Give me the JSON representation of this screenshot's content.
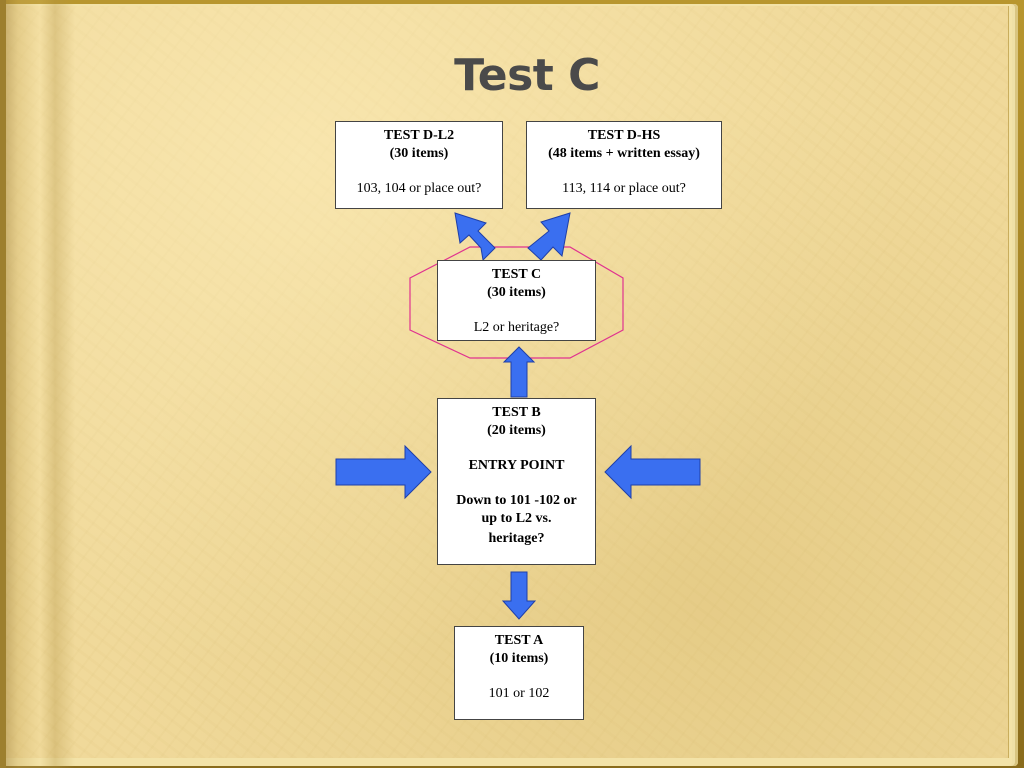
{
  "slide": {
    "title": "Test C"
  },
  "colors": {
    "arrow": "#3a6ff0",
    "arrow_stroke": "#1f3fa8",
    "highlight": "#e0338f",
    "box_border": "#444444"
  },
  "boxes": {
    "test_d_l2": {
      "title": "TEST D-L2",
      "items": "(30 items)",
      "note": "103, 104 or place out?"
    },
    "test_d_hs": {
      "title": "TEST D-HS",
      "items": "(48 items + written essay)",
      "note": "113, 114 or place out?"
    },
    "test_c": {
      "title": "TEST C",
      "items": "(30 items)",
      "note": "L2 or heritage?"
    },
    "test_b": {
      "title": "TEST B",
      "items": "(20 items)",
      "entry": "ENTRY POINT",
      "note_line1": "Down to 101 -102 or",
      "note_line2": "up to L2 vs.",
      "note_line3": "heritage?"
    },
    "test_a": {
      "title": "TEST A",
      "items": "(10 items)",
      "note": "101 or 102"
    }
  },
  "icons": {
    "arrows": [
      "arrow-up-left-icon",
      "arrow-up-right-icon",
      "arrow-up-icon",
      "arrow-right-icon",
      "arrow-left-icon",
      "arrow-down-icon"
    ]
  }
}
